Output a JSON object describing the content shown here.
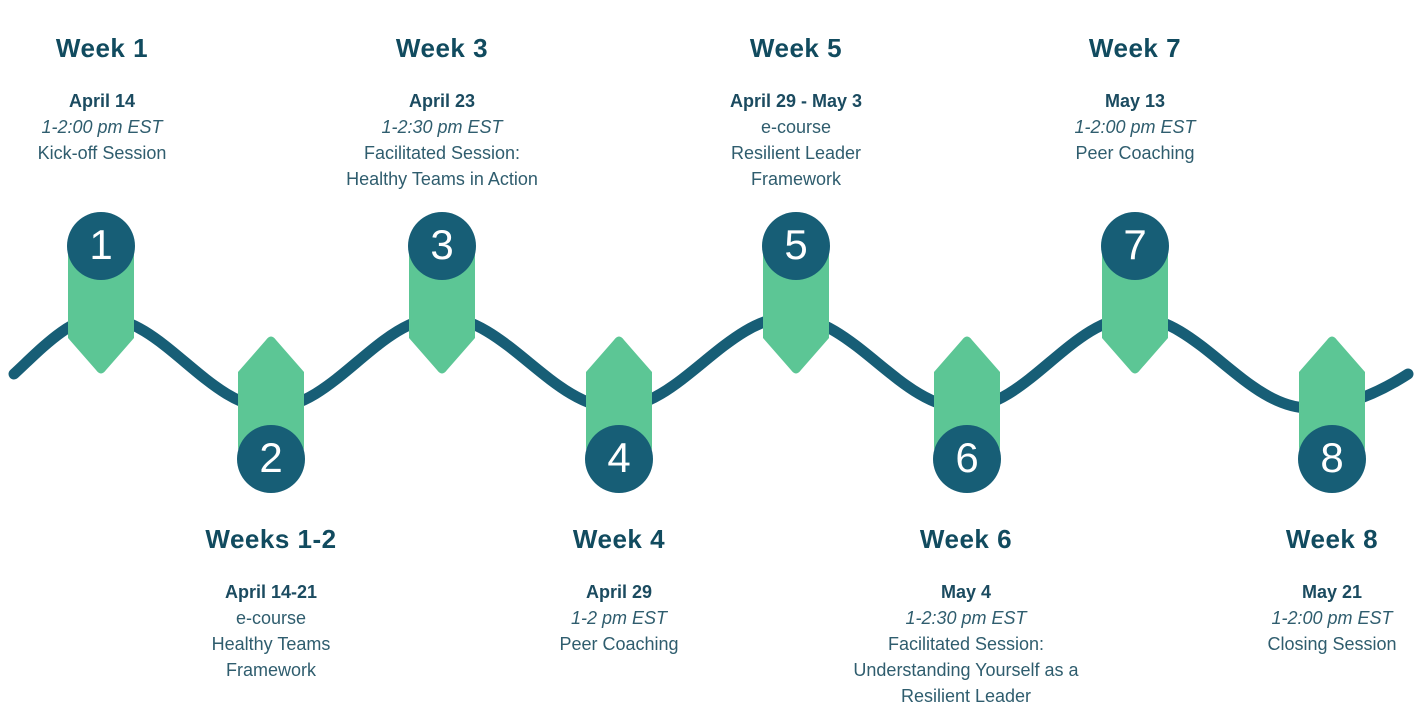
{
  "diagram": {
    "type": "program-schedule-timeline",
    "colors": {
      "wave_teal": "#175E76",
      "pin_green": "#5CC695",
      "badge_teal": "#175E76",
      "heading_text": "#114B5F",
      "body_text": "#2F5D6E"
    },
    "timeline": {
      "items": [
        {
          "number": "1",
          "side": "top",
          "week": "Week 1",
          "date": "April 14",
          "time": "1-2:00 pm EST",
          "desc": "Kick-off Session"
        },
        {
          "number": "2",
          "side": "bottom",
          "week": "Weeks 1-2",
          "date": "April 14-21",
          "time": "",
          "desc": "e-course\nHealthy Teams\nFramework"
        },
        {
          "number": "3",
          "side": "top",
          "week": "Week 3",
          "date": "April 23",
          "time": "1-2:30 pm EST",
          "desc": "Facilitated Session:\nHealthy Teams in Action"
        },
        {
          "number": "4",
          "side": "bottom",
          "week": "Week 4",
          "date": "April 29",
          "time": "1-2 pm EST",
          "desc": "Peer Coaching"
        },
        {
          "number": "5",
          "side": "top",
          "week": "Week 5",
          "date": "April 29 - May 3",
          "time": "",
          "desc": "e-course\nResilient Leader\nFramework"
        },
        {
          "number": "6",
          "side": "bottom",
          "week": "Week 6",
          "date": "May 4",
          "time": "1-2:30 pm EST",
          "desc": "Facilitated Session:\nUnderstanding Yourself as a\nResilient Leader"
        },
        {
          "number": "7",
          "side": "top",
          "week": "Week 7",
          "date": "May 13",
          "time": "1-2:00 pm EST",
          "desc": "Peer Coaching"
        },
        {
          "number": "8",
          "side": "bottom",
          "week": "Week 8",
          "date": "May 21",
          "time": "1-2:00 pm EST",
          "desc": "Closing Session"
        }
      ]
    }
  }
}
